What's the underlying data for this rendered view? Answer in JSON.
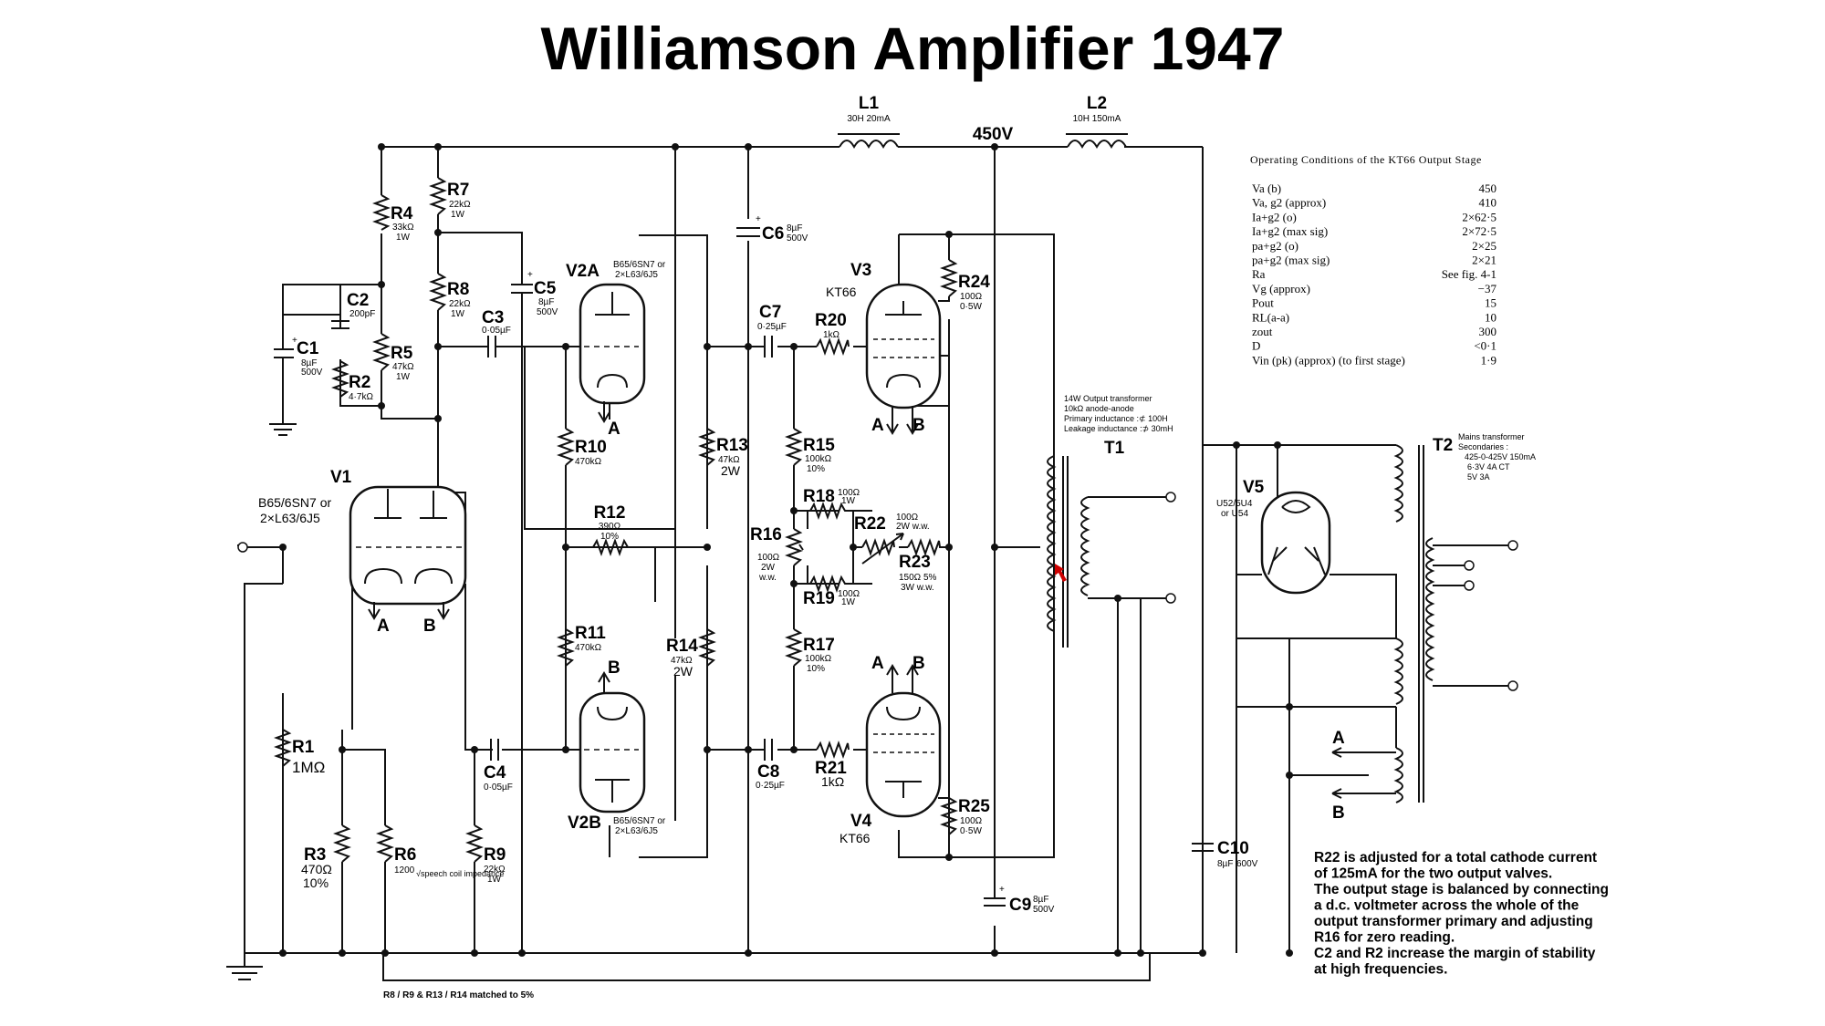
{
  "title": "Williamson Amplifier 1947",
  "supply_label": "450V",
  "inductors": [
    {
      "ref": "L1",
      "value": "30H   20mA"
    },
    {
      "ref": "L2",
      "value": "10H   150mA"
    }
  ],
  "resistors": {
    "R1": {
      "ref": "R1",
      "value": "1MΩ"
    },
    "R2": {
      "ref": "R2",
      "value": "4·7kΩ"
    },
    "R3": {
      "ref": "R3",
      "value": "470Ω",
      "tol": "10%"
    },
    "R4": {
      "ref": "R4",
      "value": "33kΩ",
      "power": "1W"
    },
    "R5": {
      "ref": "R5",
      "value": "47kΩ",
      "power": "1W"
    },
    "R6": {
      "ref": "R6",
      "value": "1200",
      "note": "√speech coil impedance"
    },
    "R7": {
      "ref": "R7",
      "value": "22kΩ",
      "power": "1W"
    },
    "R8": {
      "ref": "R8",
      "value": "22kΩ",
      "power": "1W"
    },
    "R9": {
      "ref": "R9",
      "value": "22kΩ",
      "power": "1W"
    },
    "R10": {
      "ref": "R10",
      "value": "470kΩ"
    },
    "R11": {
      "ref": "R11",
      "value": "470kΩ"
    },
    "R12": {
      "ref": "R12",
      "value": "390Ω",
      "tol": "10%"
    },
    "R13": {
      "ref": "R13",
      "value": "47kΩ",
      "power": "2W"
    },
    "R14": {
      "ref": "R14",
      "value": "47kΩ",
      "power": "2W"
    },
    "R15": {
      "ref": "R15",
      "value": "100kΩ",
      "tol": "10%"
    },
    "R16": {
      "ref": "R16",
      "value": "100Ω",
      "power": "2W",
      "type": "w.w."
    },
    "R17": {
      "ref": "R17",
      "value": "100kΩ",
      "tol": "10%"
    },
    "R18": {
      "ref": "R18",
      "value": "100Ω",
      "power": "1W"
    },
    "R19": {
      "ref": "R19",
      "value": "100Ω",
      "power": "1W"
    },
    "R20": {
      "ref": "R20",
      "value": "1kΩ"
    },
    "R21": {
      "ref": "R21",
      "value": "1kΩ"
    },
    "R22": {
      "ref": "R22",
      "value": "100Ω",
      "power": "2W w.w."
    },
    "R23": {
      "ref": "R23",
      "value": "150Ω  5%",
      "power": "3W  w.w."
    },
    "R24": {
      "ref": "R24",
      "value": "100Ω",
      "power": "0·5W"
    },
    "R25": {
      "ref": "R25",
      "value": "100Ω",
      "power": "0·5W"
    }
  },
  "capacitors": {
    "C1": {
      "ref": "C1",
      "value": "8µF",
      "voltage": "500V"
    },
    "C2": {
      "ref": "C2",
      "value": "200pF"
    },
    "C3": {
      "ref": "C3",
      "value": "0·05µF"
    },
    "C4": {
      "ref": "C4",
      "value": "0·05µF"
    },
    "C5": {
      "ref": "C5",
      "value": "8µF",
      "voltage": "500V"
    },
    "C6": {
      "ref": "C6",
      "value": "8µF",
      "voltage": "500V"
    },
    "C7": {
      "ref": "C7",
      "value": "0·25µF"
    },
    "C8": {
      "ref": "C8",
      "value": "0·25µF"
    },
    "C9": {
      "ref": "C9",
      "value": "8µF",
      "voltage": "500V"
    },
    "C10": {
      "ref": "C10",
      "value": "8µF",
      "voltage": "600V"
    }
  },
  "valves": {
    "V1": {
      "ref": "V1",
      "type_line1": "B65/6SN7 or",
      "type_line2": "2×L63/6J5"
    },
    "V2A": {
      "ref": "V2A",
      "type_line1": "B65/6SN7 or",
      "type_line2": "2×L63/6J5"
    },
    "V2B": {
      "ref": "V2B",
      "type_line1": "B65/6SN7 or",
      "type_line2": "2×L63/6J5"
    },
    "V3": {
      "ref": "V3",
      "type": "KT66"
    },
    "V4": {
      "ref": "V4",
      "type": "KT66"
    },
    "V5": {
      "ref": "V5",
      "type_line1": "U52/5U4",
      "type_line2": "or U54"
    }
  },
  "transformers": {
    "T1": {
      "ref": "T1",
      "lines": [
        "14W Output transformer",
        "10kΩ anode-anode",
        "Primary inductance :⊄ 100H",
        "Leakage inductance :⊅ 30mH"
      ]
    },
    "T2": {
      "ref": "T2",
      "lines": [
        "Mains transformer",
        "Secondaries :",
        "425-0-425V    150mA",
        "6·3V   4A    CT",
        "5V    3A"
      ]
    }
  },
  "heater_labels": {
    "a": "A",
    "b": "B"
  },
  "operating_table": {
    "heading": "Operating Conditions of the KT66 Output Stage",
    "rows": [
      {
        "param": "Va (b)",
        "value": "450"
      },
      {
        "param": "Va, g2 (approx)",
        "value": "410"
      },
      {
        "param": "Ia+g2 (o)",
        "value": "2×62·5"
      },
      {
        "param": "Ia+g2 (max sig)",
        "value": "2×72·5"
      },
      {
        "param": "pa+g2 (o)",
        "value": "2×25"
      },
      {
        "param": "pa+g2 (max sig)",
        "value": "2×21"
      },
      {
        "param": "Ra",
        "value": "See fig. 4-1"
      },
      {
        "param": "Vg (approx)",
        "value": "−37"
      },
      {
        "param": "Pout",
        "value": "15"
      },
      {
        "param": "RL(a-a)",
        "value": "10"
      },
      {
        "param": "zout",
        "value": "300"
      },
      {
        "param": "D",
        "value": "<0·1"
      },
      {
        "param": "Vin (pk) (approx) (to first stage)",
        "value": "1·9"
      }
    ]
  },
  "notes": [
    "R22 is adjusted for a total cathode current",
    "of 125mA for the two output valves.",
    "The output stage is balanced by connecting",
    "a d.c. voltmeter  across the whole of the",
    "output transformer primary and adjusting",
    "R16 for zero reading.",
    "C2 and R2 increase the margin of stability",
    "at high frequencies."
  ],
  "footer_note": "R8 / R9  &  R13 / R14  matched to 5%"
}
